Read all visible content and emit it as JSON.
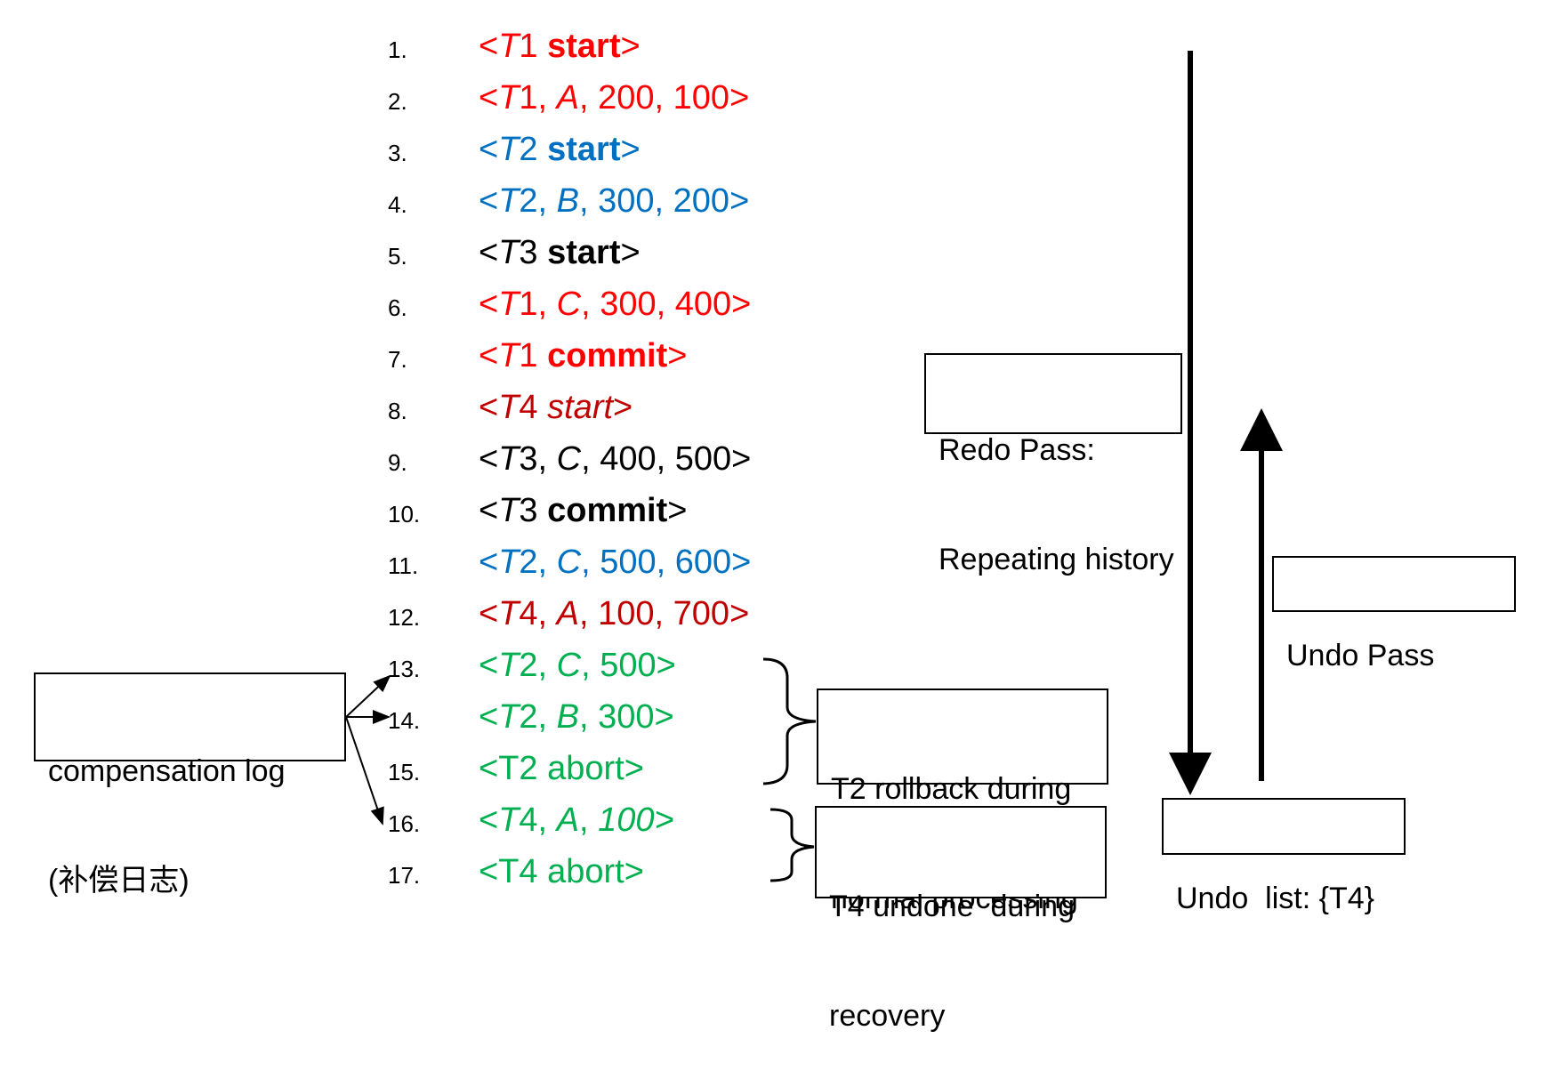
{
  "colors": {
    "t1": "#ff0000",
    "t2": "#0070c0",
    "t3": "#000000",
    "t4": "#c00000",
    "comp": "#00b050"
  },
  "log": [
    {
      "num": "1.",
      "color": "t1",
      "parts": [
        {
          "t": "<"
        },
        {
          "t": "T",
          "i": 1
        },
        {
          "t": "1 "
        },
        {
          "t": "start",
          "b": 1
        },
        {
          "t": ">"
        }
      ]
    },
    {
      "num": "2.",
      "color": "t1",
      "parts": [
        {
          "t": "<"
        },
        {
          "t": "T",
          "i": 1
        },
        {
          "t": "1, "
        },
        {
          "t": "A",
          "i": 1
        },
        {
          "t": ", 200, 100>"
        }
      ]
    },
    {
      "num": "3.",
      "color": "t2",
      "parts": [
        {
          "t": "<"
        },
        {
          "t": "T",
          "i": 1
        },
        {
          "t": "2 "
        },
        {
          "t": "start",
          "b": 1
        },
        {
          "t": ">"
        }
      ]
    },
    {
      "num": "4.",
      "color": "t2",
      "parts": [
        {
          "t": "<"
        },
        {
          "t": "T",
          "i": 1
        },
        {
          "t": "2, "
        },
        {
          "t": "B",
          "i": 1
        },
        {
          "t": ", 300, 200>"
        }
      ]
    },
    {
      "num": "5.",
      "color": "t3",
      "parts": [
        {
          "t": "<"
        },
        {
          "t": "T",
          "i": 1
        },
        {
          "t": "3 "
        },
        {
          "t": "start",
          "b": 1
        },
        {
          "t": ">"
        }
      ]
    },
    {
      "num": "6.",
      "color": "t1",
      "parts": [
        {
          "t": "<"
        },
        {
          "t": "T",
          "i": 1
        },
        {
          "t": "1, "
        },
        {
          "t": "C",
          "i": 1
        },
        {
          "t": ", 300, 400>"
        }
      ]
    },
    {
      "num": "7.",
      "color": "t1",
      "parts": [
        {
          "t": "<"
        },
        {
          "t": "T",
          "i": 1
        },
        {
          "t": "1 "
        },
        {
          "t": "commit",
          "b": 1
        },
        {
          "t": ">"
        }
      ]
    },
    {
      "num": "8.",
      "color": "t4",
      "parts": [
        {
          "t": "<"
        },
        {
          "t": "T",
          "i": 1
        },
        {
          "t": "4 "
        },
        {
          "t": "start",
          "i": 1
        },
        {
          "t": ">"
        }
      ]
    },
    {
      "num": "9.",
      "color": "t3",
      "parts": [
        {
          "t": "<"
        },
        {
          "t": "T",
          "i": 1
        },
        {
          "t": "3, "
        },
        {
          "t": "C",
          "i": 1
        },
        {
          "t": ", 400, 500>"
        }
      ]
    },
    {
      "num": "10.",
      "color": "t3",
      "parts": [
        {
          "t": "<"
        },
        {
          "t": "T",
          "i": 1
        },
        {
          "t": "3 "
        },
        {
          "t": "commit",
          "b": 1
        },
        {
          "t": ">"
        }
      ]
    },
    {
      "num": "11.",
      "color": "t2",
      "parts": [
        {
          "t": "<"
        },
        {
          "t": "T",
          "i": 1
        },
        {
          "t": "2, "
        },
        {
          "t": "C",
          "i": 1
        },
        {
          "t": ", 500, 600>"
        }
      ]
    },
    {
      "num": "12.",
      "color": "t4",
      "parts": [
        {
          "t": "<"
        },
        {
          "t": "T",
          "i": 1
        },
        {
          "t": "4, "
        },
        {
          "t": "A",
          "i": 1
        },
        {
          "t": ", 100, 700>"
        }
      ]
    },
    {
      "num": "13.",
      "color": "comp",
      "parts": [
        {
          "t": "<"
        },
        {
          "t": "T",
          "i": 1
        },
        {
          "t": "2, "
        },
        {
          "t": "C",
          "i": 1
        },
        {
          "t": ", 500>"
        }
      ]
    },
    {
      "num": "14.",
      "color": "comp",
      "parts": [
        {
          "t": "<"
        },
        {
          "t": "T",
          "i": 1
        },
        {
          "t": "2, "
        },
        {
          "t": "B",
          "i": 1
        },
        {
          "t": ", 300>"
        }
      ]
    },
    {
      "num": "15.",
      "color": "comp",
      "parts": [
        {
          "t": "<T2 abort>"
        }
      ]
    },
    {
      "num": "16.",
      "color": "comp",
      "parts": [
        {
          "t": "<"
        },
        {
          "t": "T",
          "i": 1
        },
        {
          "t": "4, "
        },
        {
          "t": "A",
          "i": 1
        },
        {
          "t": ", "
        },
        {
          "t": "100>",
          "i": 1
        }
      ]
    },
    {
      "num": "17.",
      "color": "comp",
      "parts": [
        {
          "t": "<T4 abort>"
        }
      ]
    }
  ],
  "labels": {
    "redo_line1": "Redo Pass:",
    "redo_line2": "Repeating history",
    "undo_pass": "Undo Pass",
    "undo_list": "Undo  list: {T4}",
    "comp_line1": "compensation log",
    "comp_line2": "(补偿日志)",
    "t2_line1": "T2 rollback during",
    "t2_line2": "normal processing",
    "t4_line1": "T4 undone  during",
    "t4_line2": "recovery"
  }
}
